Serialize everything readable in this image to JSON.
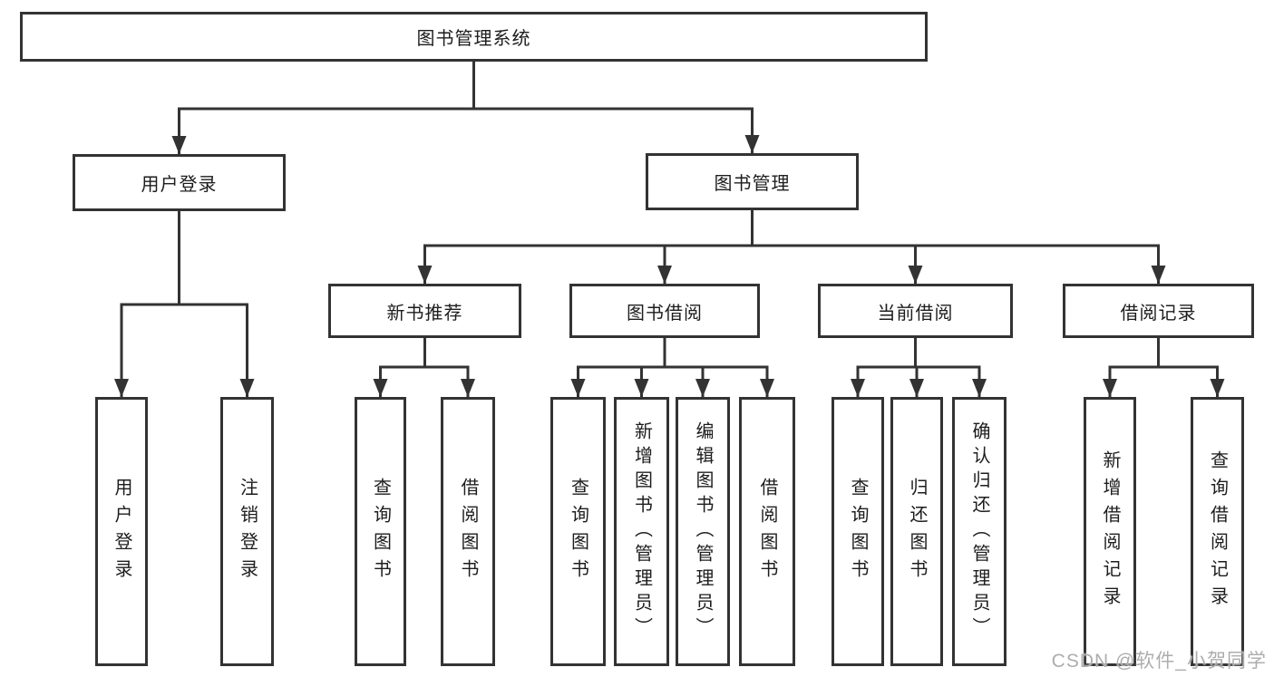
{
  "tree": {
    "root": "图书管理系统",
    "level2": [
      {
        "label": "用户登录",
        "children": [
          "用户登录",
          "注销登录"
        ]
      },
      {
        "label": "图书管理",
        "subgroups": [
          {
            "label": "新书推荐",
            "children": [
              "查询图书",
              "借阅图书"
            ]
          },
          {
            "label": "图书借阅",
            "children": [
              "查询图书",
              "新增图书（管理员）",
              "编辑图书（管理员）",
              "借阅图书"
            ]
          },
          {
            "label": "当前借阅",
            "children": [
              "查询图书",
              "归还图书",
              "确认归还（管理员）"
            ]
          },
          {
            "label": "借阅记录",
            "children": [
              "新增借阅记录",
              "查询借阅记录"
            ]
          }
        ]
      }
    ]
  },
  "watermark": "CSDN @软件_小贺同学",
  "colors": {
    "line": "#333333",
    "box_border": "#333333",
    "box_fill": "#ffffff",
    "text": "#1d1d1d",
    "watermark": "#adadad"
  }
}
